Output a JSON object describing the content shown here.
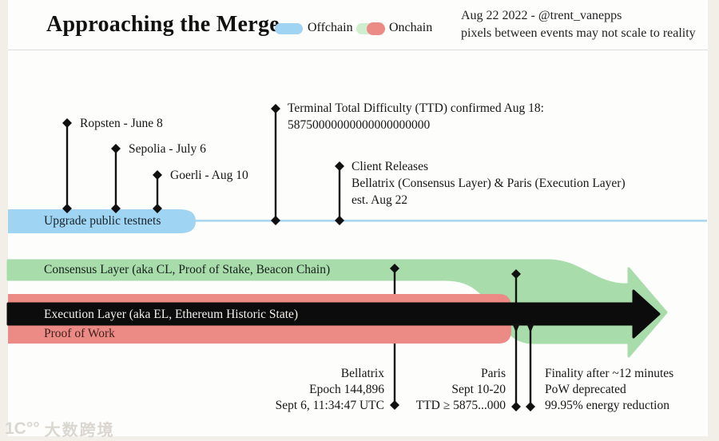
{
  "header": {
    "title": "Approaching the Merge",
    "legend": [
      {
        "label": "Offchain"
      },
      {
        "label": "Onchain"
      }
    ],
    "credit": "Aug 22 2022 - @trent_vanepps",
    "note": "pixels between events may not scale to reality"
  },
  "offchain_track": {
    "bar_label": "Upgrade public testnets",
    "events": [
      {
        "label": "Ropsten - June 8"
      },
      {
        "label": "Sepolia - July 6"
      },
      {
        "label": "Goerli - Aug 10"
      }
    ],
    "ttd": {
      "line1": "Terminal Total Difficulty (TTD) confirmed Aug 18:",
      "line2": "58750000000000000000000"
    },
    "client_releases": {
      "line1": "Client Releases",
      "line2": "Bellatrix (Consensus Layer) & Paris (Execution Layer)",
      "line3": "est. Aug 22"
    }
  },
  "bands": {
    "consensus_label": "Consensus Layer (aka CL, Proof of Stake, Beacon Chain)",
    "execution_label": "Execution Layer (aka EL, Ethereum Historic State)",
    "pow_label": "Proof of Work"
  },
  "bottom_events": {
    "bellatrix": {
      "line1": "Bellatrix",
      "line2": "Epoch 144,896",
      "line3": "Sept 6, 11:34:47 UTC"
    },
    "paris": {
      "line1": "Paris",
      "line2": "Sept 10-20",
      "line3": "TTD ≥ 5875...000"
    },
    "finality": {
      "line1": "Finality after ~12 minutes",
      "line2": "PoW deprecated",
      "line3": "99.95% energy reduction"
    }
  },
  "colors": {
    "offchain_blue": "#9fd5f2",
    "offchain_line_blue": "#a9d7ef",
    "onchain_green": "#a9dcab",
    "onchain_green_light": "#cfeecf",
    "onchain_red": "#ec8b85",
    "execution_black": "#0c0c0c"
  },
  "watermark": {
    "logo": "1C°°",
    "text": "大数跨境"
  }
}
